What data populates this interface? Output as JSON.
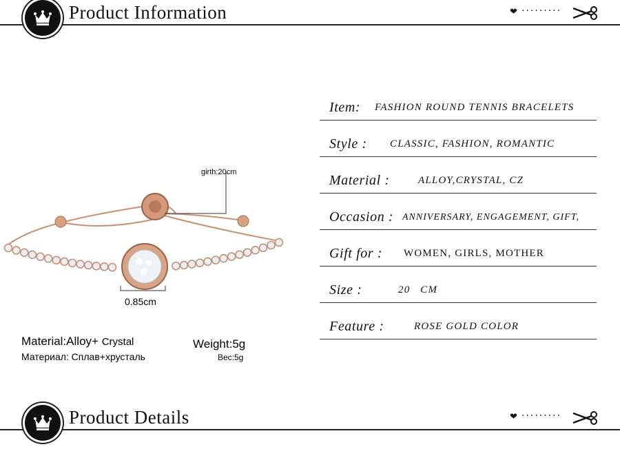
{
  "header_top": {
    "title": "Product Information"
  },
  "header_bottom": {
    "title": "Product Details"
  },
  "decoration": {
    "heart": "❤",
    "dots": "·········"
  },
  "photo": {
    "girth_label": "girth:20cm",
    "diameter_label": "0.85cm",
    "material_en_a": "Material:Alloy+",
    "material_en_b": "Crystal",
    "material_ru": "Материал: Сплав+хрусталь",
    "weight_en": "Weight:5g",
    "weight_ru": "Вес:5g"
  },
  "info": [
    {
      "label": "Item:",
      "value": "FASHION ROUND TENNIS BRACELETS"
    },
    {
      "label": "Style :",
      "value": "CLASSIC, FASHION, ROMANTIC"
    },
    {
      "label": "Material :",
      "value": "ALLOY,CRYSTAL, CZ"
    },
    {
      "label": "Occasion :",
      "value": "ANNIVERSARY, ENGAGEMENT, GIFT,"
    },
    {
      "label": "Gift for :",
      "value": "WOMEN, GIRLS, MOTHER"
    },
    {
      "label": "Size :",
      "value": "20   CM"
    },
    {
      "label": "Feature :",
      "value": "ROSE GOLD COLOR"
    }
  ],
  "colors": {
    "rose_gold": "#c98f72",
    "crystal": "#e8eef2",
    "line": "#222222"
  }
}
